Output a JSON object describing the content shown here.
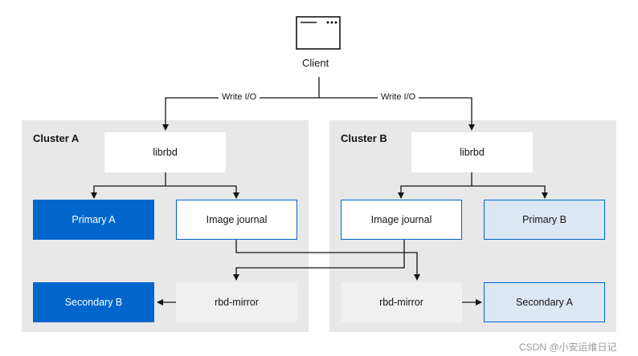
{
  "client": {
    "label": "Client"
  },
  "edges": {
    "write_io_left": "Write I/O",
    "write_io_right": "Write I/O"
  },
  "cluster_a": {
    "title": "Cluster A",
    "librbd": "librbd",
    "primary": "Primary A",
    "journal": "Image journal",
    "secondary": "Secondary B",
    "mirror": "rbd-mirror"
  },
  "cluster_b": {
    "title": "Cluster B",
    "librbd": "librbd",
    "journal": "Image journal",
    "primary": "Primary B",
    "mirror": "rbd-mirror",
    "secondary": "Secondary A"
  },
  "watermark": "CSDN @小安运维日记",
  "colors": {
    "primary_blue": "#0066cc",
    "light_blue": "#dce7f4",
    "cluster_bg": "#e8e8e8",
    "gray_box": "#f0f0f0"
  }
}
